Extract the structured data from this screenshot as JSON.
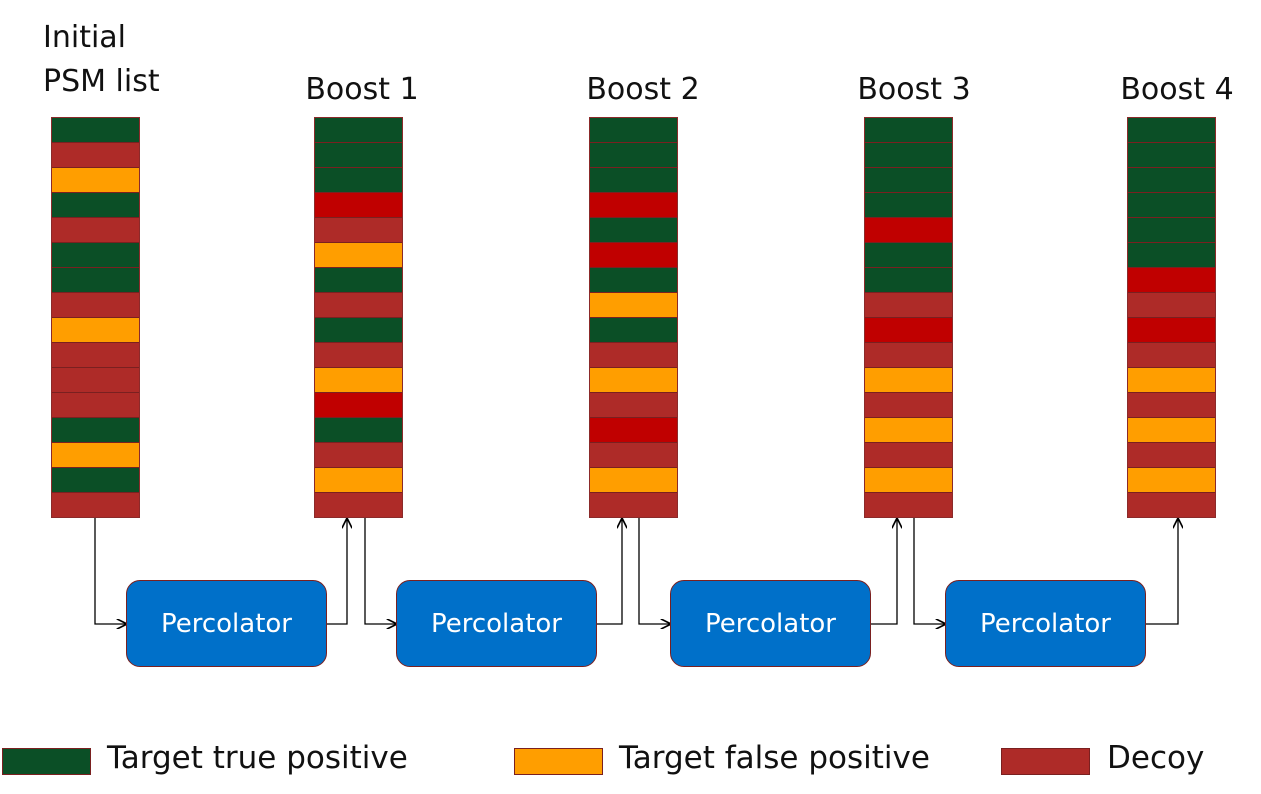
{
  "colors": {
    "tp": "#0b4f26",
    "fp": "#ff9e00",
    "decoy": "#ae2b28",
    "decoy_bright": "#c00000",
    "percolator": "#0070c9",
    "arrow": "#000000"
  },
  "columns": [
    {
      "title": "Initial\nPSM list",
      "cells": [
        "tp",
        "decoy",
        "fp",
        "tp",
        "decoy",
        "tp",
        "tp",
        "decoy",
        "fp",
        "decoy",
        "decoy",
        "decoy",
        "tp",
        "fp",
        "tp",
        "decoy"
      ]
    },
    {
      "title": "Boost 1",
      "cells": [
        "tp",
        "tp",
        "tp",
        "decoy_bright",
        "decoy",
        "fp",
        "tp",
        "decoy",
        "tp",
        "decoy",
        "fp",
        "decoy_bright",
        "tp",
        "decoy",
        "fp",
        "decoy"
      ]
    },
    {
      "title": "Boost 2",
      "cells": [
        "tp",
        "tp",
        "tp",
        "decoy_bright",
        "tp",
        "decoy_bright",
        "tp",
        "fp",
        "tp",
        "decoy",
        "fp",
        "decoy",
        "decoy_bright",
        "decoy",
        "fp",
        "decoy"
      ]
    },
    {
      "title": "Boost 3",
      "cells": [
        "tp",
        "tp",
        "tp",
        "tp",
        "decoy_bright",
        "tp",
        "tp",
        "decoy",
        "decoy_bright",
        "decoy",
        "fp",
        "decoy",
        "fp",
        "decoy",
        "fp",
        "decoy"
      ]
    },
    {
      "title": "Boost 4",
      "cells": [
        "tp",
        "tp",
        "tp",
        "tp",
        "tp",
        "tp",
        "decoy_bright",
        "decoy",
        "decoy_bright",
        "decoy",
        "fp",
        "decoy",
        "fp",
        "decoy",
        "fp",
        "decoy"
      ]
    }
  ],
  "percolator_label": "Percolator",
  "legend": [
    {
      "label": "Target true positive",
      "color_key": "tp"
    },
    {
      "label": "Target false positive",
      "color_key": "fp"
    },
    {
      "label": "Decoy",
      "color_key": "decoy"
    }
  ]
}
